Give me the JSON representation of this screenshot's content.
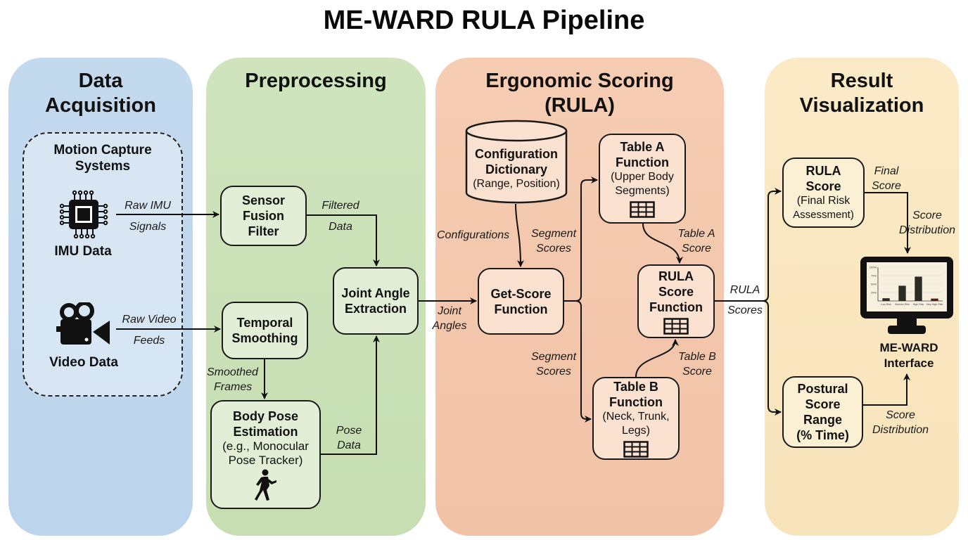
{
  "title": "ME-WARD RULA Pipeline",
  "lanes": {
    "acquisition": {
      "title_line1": "Data",
      "title_line2": "Acquisition",
      "group": {
        "title_line1": "Motion Capture",
        "title_line2": "Systems"
      },
      "imu": {
        "label": "IMU Data",
        "icon": "microchip-icon"
      },
      "video": {
        "label": "Video Data",
        "icon": "video-camera-icon"
      }
    },
    "preprocessing": {
      "title": "Preprocessing",
      "sensor_fusion": {
        "line1": "Sensor",
        "line2": "Fusion",
        "line3": "Filter"
      },
      "temporal": {
        "line1": "Temporal",
        "line2": "Smoothing"
      },
      "body_pose": {
        "line1": "Body Pose",
        "line2": "Estimation",
        "sub1": "(e.g., Monocular",
        "sub2": "Pose Tracker)",
        "icon": "walking-person-icon"
      },
      "joint_angle": {
        "line1": "Joint Angle",
        "line2": "Extraction"
      }
    },
    "scoring": {
      "title_line1": "Ergonomic Scoring",
      "title_line2": "(RULA)",
      "config": {
        "line1": "Configuration",
        "line2": "Dictionary",
        "sub": "(Range, Position)",
        "icon": "database-cylinder"
      },
      "get_score": {
        "line1": "Get-Score",
        "line2": "Function"
      },
      "table_a": {
        "line1": "Table A",
        "line2": "Function",
        "sub1": "(Upper Body",
        "sub2": "Segments)",
        "icon": "table-grid-icon"
      },
      "table_b": {
        "line1": "Table B",
        "line2": "Function",
        "sub1": "(Neck, Trunk,",
        "sub2": "Legs)",
        "icon": "table-grid-icon"
      },
      "rula_fn": {
        "line1": "RULA",
        "line2": "Score",
        "line3": "Function",
        "icon": "table-grid-icon"
      }
    },
    "results": {
      "title_line1": "Result",
      "title_line2": "Visualization",
      "rula_score": {
        "line1": "RULA",
        "line2": "Score",
        "sub1": "(Final Risk",
        "sub2": "Assessment)"
      },
      "postural": {
        "line1": "Postural",
        "line2": "Score",
        "line3": "Range",
        "line4": "(% Time)"
      },
      "interface": {
        "line1": "ME-WARD",
        "line2": "Interface",
        "icon": "monitor-chart-icon"
      }
    }
  },
  "edges": {
    "raw_imu": {
      "line1": "Raw IMU",
      "line2": "Signals"
    },
    "raw_video": {
      "line1": "Raw Video",
      "line2": "Feeds"
    },
    "filtered": {
      "line1": "Filtered",
      "line2": "Data"
    },
    "smoothed": {
      "line1": "Smoothed",
      "line2": "Frames"
    },
    "pose_data": {
      "line1": "Pose",
      "line2": "Data"
    },
    "joint_angles": {
      "line1": "Joint",
      "line2": "Angles"
    },
    "configurations": "Configurations",
    "segment_scores_a": {
      "line1": "Segment",
      "line2": "Scores"
    },
    "segment_scores_b": {
      "line1": "Segment",
      "line2": "Scores"
    },
    "table_a_score": {
      "line1": "Table A",
      "line2": "Score"
    },
    "table_b_score": {
      "line1": "Table B",
      "line2": "Score"
    },
    "rula_scores": {
      "line1": "RULA",
      "line2": "Scores"
    },
    "final_score": {
      "line1": "Final",
      "line2": "Score"
    },
    "score_dist_top": {
      "line1": "Score",
      "line2": "Distribution"
    },
    "score_dist_bottom": {
      "line1": "Score",
      "line2": "Distribution"
    }
  },
  "monitor_chart": {
    "y_ticks": [
      "25%",
      "50%",
      "75%",
      "100%"
    ],
    "bars": [
      {
        "label": "Low Risk",
        "value": 8,
        "color": "#2b2b26"
      },
      {
        "label": "Medium Risk",
        "value": 45,
        "color": "#2b2b26"
      },
      {
        "label": "High Risk",
        "value": 72,
        "color": "#2b2b26"
      },
      {
        "label": "Very High Risk",
        "value": 7,
        "color": "#5a1a14"
      }
    ]
  },
  "colors": {
    "acquisition": "#c3d9ee",
    "preprocessing": "#cfe4bd",
    "scoring": "#f6cdb3",
    "results": "#fbeac6"
  }
}
